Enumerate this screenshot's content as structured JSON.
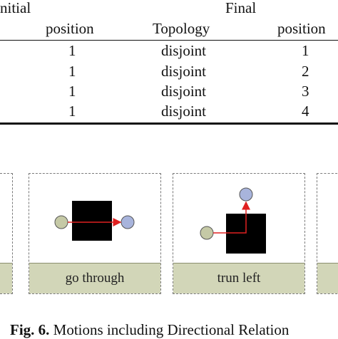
{
  "table": {
    "header_top": {
      "initial": "nitial",
      "final": "Final"
    },
    "header_sub": {
      "position1": "position",
      "topology": "Topology",
      "position2": "position"
    },
    "rows": [
      {
        "initial": "1",
        "topology": "disjoint",
        "final": "1"
      },
      {
        "initial": "1",
        "topology": "disjoint",
        "final": "2"
      },
      {
        "initial": "1",
        "topology": "disjoint",
        "final": "3"
      },
      {
        "initial": "1",
        "topology": "disjoint",
        "final": "4"
      }
    ]
  },
  "figure": {
    "panels": [
      {
        "label": "go through"
      },
      {
        "label": "trun left"
      }
    ],
    "colors": {
      "start_circle": "#c5c9a6",
      "end_circle": "#a8b4dc",
      "arrow": "#e02020",
      "object": "#000000",
      "label_bg": "#d2d6b8"
    }
  },
  "caption": {
    "figure_label": "Fig. 6.",
    "text": "Motions including Directional Relation"
  }
}
